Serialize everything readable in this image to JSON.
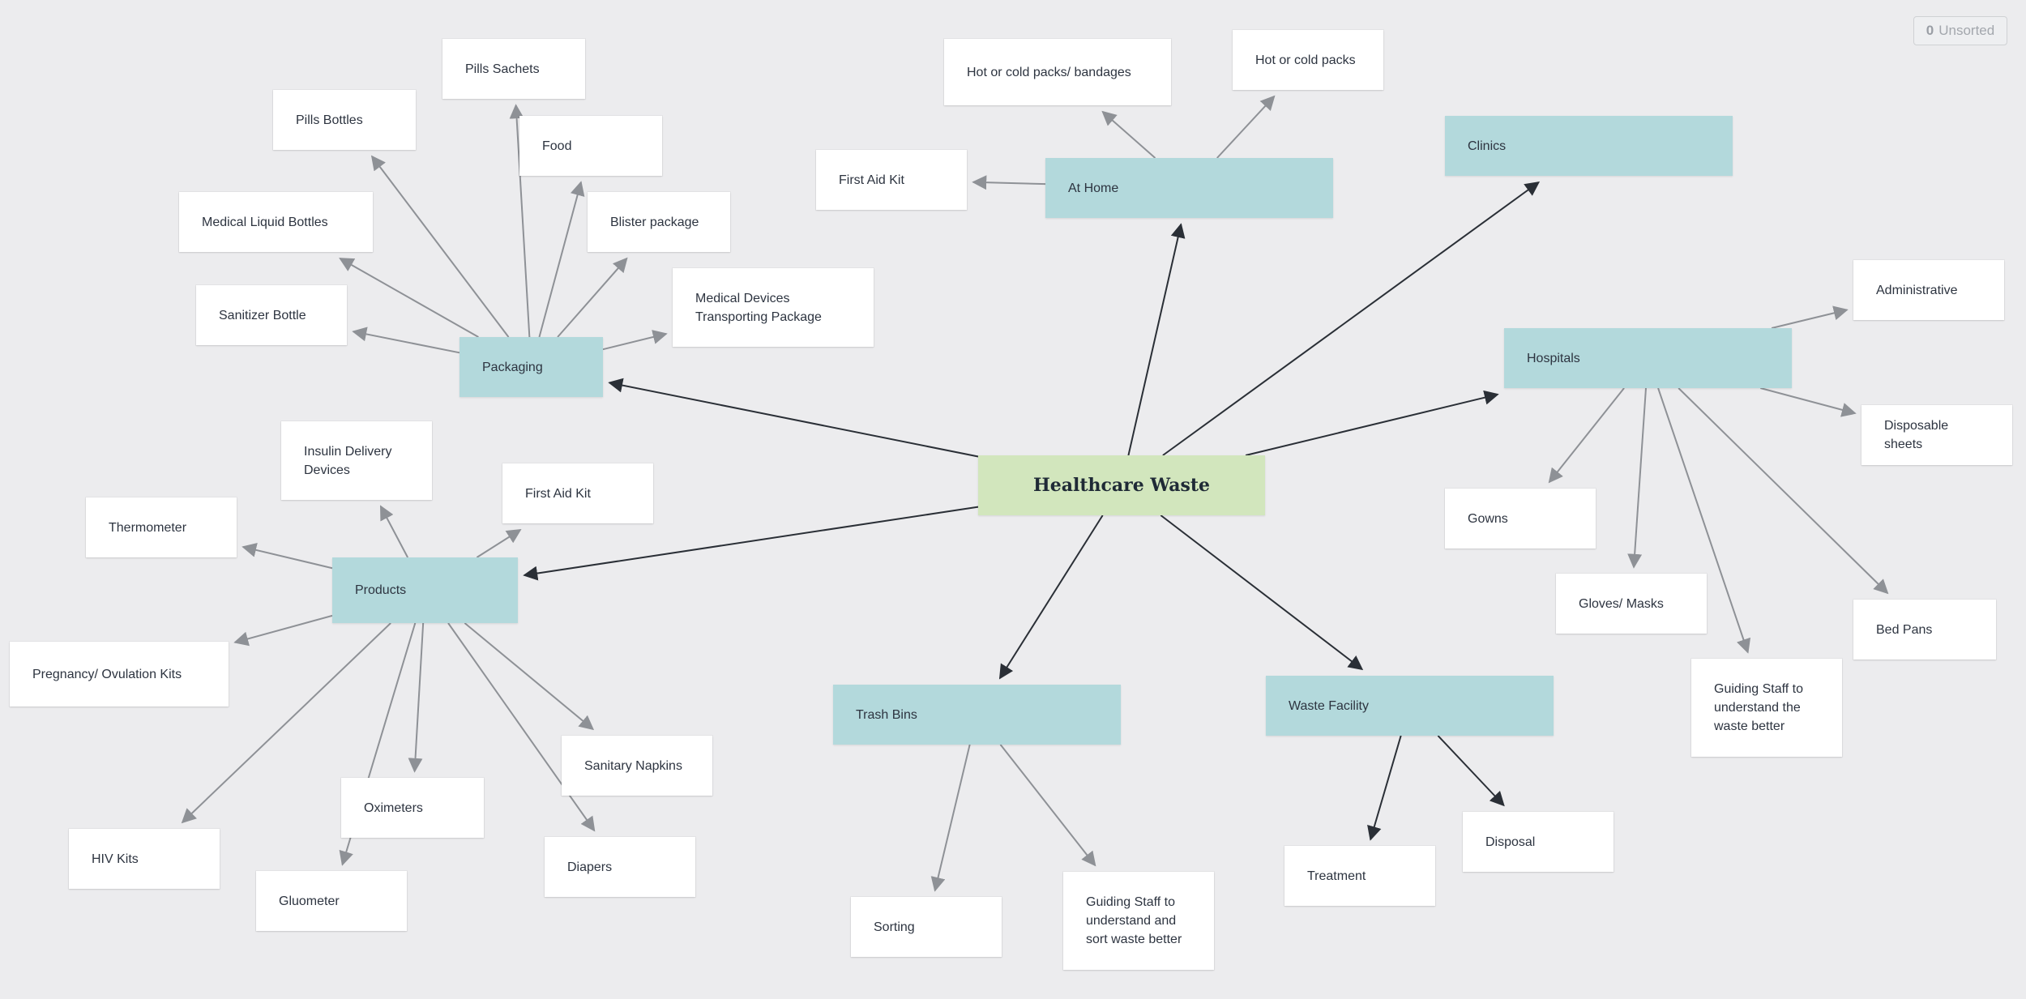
{
  "toolbar": {
    "unsorted_count": "0",
    "unsorted_label": "Unsorted"
  },
  "colors": {
    "root": "#d2e6bd",
    "category": "#b3d9dc",
    "leaf": "#ffffff",
    "primary_edge": "#2a2f36",
    "secondary_edge": "#8e9196",
    "background": "#ececee"
  },
  "nodes": [
    {
      "id": "root",
      "label": "Healthcare Waste",
      "kind": "root"
    },
    {
      "id": "packaging",
      "label": "Packaging",
      "kind": "category"
    },
    {
      "id": "athome",
      "label": "At Home",
      "kind": "category"
    },
    {
      "id": "clinics",
      "label": "Clinics",
      "kind": "category"
    },
    {
      "id": "hospitals",
      "label": "Hospitals",
      "kind": "category"
    },
    {
      "id": "products",
      "label": "Products",
      "kind": "category"
    },
    {
      "id": "trashbins",
      "label": "Trash Bins",
      "kind": "category"
    },
    {
      "id": "wastefacility",
      "label": "Waste Facility",
      "kind": "category"
    },
    {
      "id": "pills_sachets",
      "label": "Pills Sachets",
      "kind": "leaf"
    },
    {
      "id": "pills_bottles",
      "label": "Pills Bottles",
      "kind": "leaf"
    },
    {
      "id": "food",
      "label": "Food",
      "kind": "leaf"
    },
    {
      "id": "med_liquid",
      "label": "Medical Liquid Bottles",
      "kind": "leaf"
    },
    {
      "id": "blister",
      "label": "Blister package",
      "kind": "leaf"
    },
    {
      "id": "sanitizer",
      "label": "Sanitizer Bottle",
      "kind": "leaf"
    },
    {
      "id": "med_devices",
      "label": "Medical Devices\nTransporting Package",
      "kind": "leaf"
    },
    {
      "id": "hot_cold_bandages",
      "label": "Hot or cold packs/ bandages",
      "kind": "leaf"
    },
    {
      "id": "hot_cold",
      "label": "Hot or cold packs",
      "kind": "leaf"
    },
    {
      "id": "firstaid_home",
      "label": "First Aid Kit",
      "kind": "leaf"
    },
    {
      "id": "administrative",
      "label": "Administrative",
      "kind": "leaf"
    },
    {
      "id": "disposable_sheets",
      "label": "Disposable sheets",
      "kind": "leaf"
    },
    {
      "id": "gowns",
      "label": "Gowns",
      "kind": "leaf"
    },
    {
      "id": "gloves",
      "label": "Gloves/ Masks",
      "kind": "leaf"
    },
    {
      "id": "bedpans",
      "label": "Bed Pans",
      "kind": "leaf"
    },
    {
      "id": "guiding_staff_h",
      "label": "Guiding Staff to\nunderstand the\nwaste better",
      "kind": "leaf"
    },
    {
      "id": "insulin",
      "label": "Insulin Delivery\nDevices",
      "kind": "leaf"
    },
    {
      "id": "firstaid_prod",
      "label": "First Aid Kit",
      "kind": "leaf"
    },
    {
      "id": "thermometer",
      "label": "Thermometer",
      "kind": "leaf"
    },
    {
      "id": "pregnancy",
      "label": "Pregnancy/ Ovulation Kits",
      "kind": "leaf"
    },
    {
      "id": "sanitary",
      "label": "Sanitary Napkins",
      "kind": "leaf"
    },
    {
      "id": "oximeters",
      "label": "Oximeters",
      "kind": "leaf"
    },
    {
      "id": "hiv",
      "label": "HIV Kits",
      "kind": "leaf"
    },
    {
      "id": "diapers",
      "label": "Diapers",
      "kind": "leaf"
    },
    {
      "id": "gluometer",
      "label": "Gluometer",
      "kind": "leaf"
    },
    {
      "id": "sorting",
      "label": "Sorting",
      "kind": "leaf"
    },
    {
      "id": "guiding_staff_t",
      "label": "Guiding Staff to\nunderstand and\nsort waste better",
      "kind": "leaf"
    },
    {
      "id": "treatment",
      "label": "Treatment",
      "kind": "leaf"
    },
    {
      "id": "disposal",
      "label": "Disposal",
      "kind": "leaf"
    }
  ],
  "edges": [
    {
      "from": "root",
      "to": "packaging",
      "style": "primary"
    },
    {
      "from": "root",
      "to": "athome",
      "style": "primary"
    },
    {
      "from": "root",
      "to": "clinics",
      "style": "primary"
    },
    {
      "from": "root",
      "to": "hospitals",
      "style": "primary"
    },
    {
      "from": "root",
      "to": "products",
      "style": "primary"
    },
    {
      "from": "root",
      "to": "trashbins",
      "style": "primary"
    },
    {
      "from": "root",
      "to": "wastefacility",
      "style": "primary"
    },
    {
      "from": "packaging",
      "to": "pills_sachets",
      "style": "secondary"
    },
    {
      "from": "packaging",
      "to": "pills_bottles",
      "style": "secondary"
    },
    {
      "from": "packaging",
      "to": "food",
      "style": "secondary"
    },
    {
      "from": "packaging",
      "to": "med_liquid",
      "style": "secondary"
    },
    {
      "from": "packaging",
      "to": "blister",
      "style": "secondary"
    },
    {
      "from": "packaging",
      "to": "sanitizer",
      "style": "secondary"
    },
    {
      "from": "packaging",
      "to": "med_devices",
      "style": "secondary"
    },
    {
      "from": "athome",
      "to": "hot_cold_bandages",
      "style": "secondary"
    },
    {
      "from": "athome",
      "to": "hot_cold",
      "style": "secondary"
    },
    {
      "from": "athome",
      "to": "firstaid_home",
      "style": "secondary"
    },
    {
      "from": "hospitals",
      "to": "administrative",
      "style": "secondary"
    },
    {
      "from": "hospitals",
      "to": "disposable_sheets",
      "style": "secondary"
    },
    {
      "from": "hospitals",
      "to": "gowns",
      "style": "secondary"
    },
    {
      "from": "hospitals",
      "to": "gloves",
      "style": "secondary"
    },
    {
      "from": "hospitals",
      "to": "bedpans",
      "style": "secondary"
    },
    {
      "from": "hospitals",
      "to": "guiding_staff_h",
      "style": "secondary"
    },
    {
      "from": "products",
      "to": "insulin",
      "style": "secondary"
    },
    {
      "from": "products",
      "to": "firstaid_prod",
      "style": "secondary"
    },
    {
      "from": "products",
      "to": "thermometer",
      "style": "secondary"
    },
    {
      "from": "products",
      "to": "pregnancy",
      "style": "secondary"
    },
    {
      "from": "products",
      "to": "sanitary",
      "style": "secondary"
    },
    {
      "from": "products",
      "to": "oximeters",
      "style": "secondary"
    },
    {
      "from": "products",
      "to": "hiv",
      "style": "secondary"
    },
    {
      "from": "products",
      "to": "diapers",
      "style": "secondary"
    },
    {
      "from": "products",
      "to": "gluometer",
      "style": "secondary"
    },
    {
      "from": "trashbins",
      "to": "sorting",
      "style": "secondary"
    },
    {
      "from": "trashbins",
      "to": "guiding_staff_t",
      "style": "secondary"
    },
    {
      "from": "wastefacility",
      "to": "treatment",
      "style": "primary"
    },
    {
      "from": "wastefacility",
      "to": "disposal",
      "style": "primary"
    }
  ]
}
